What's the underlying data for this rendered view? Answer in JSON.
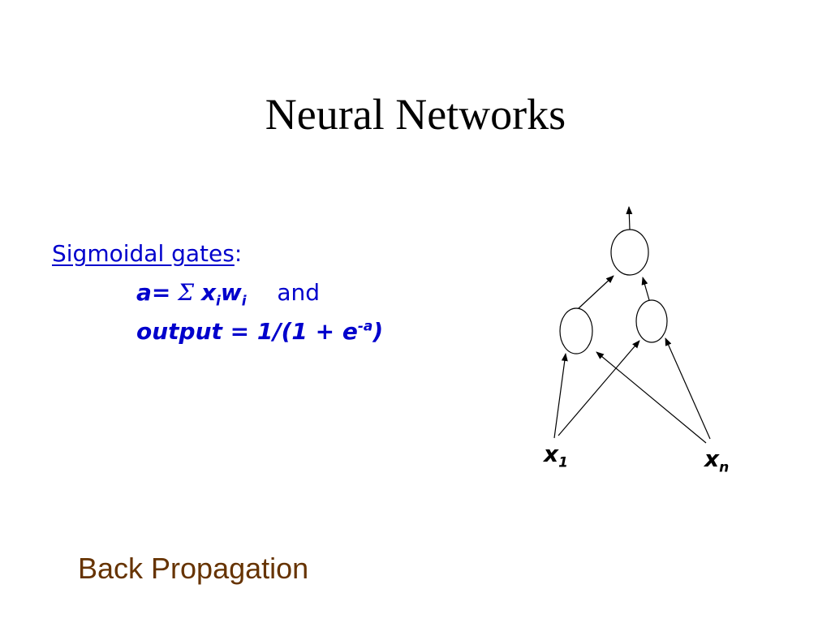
{
  "slide": {
    "title": "Neural Networks",
    "sigmoidal_label": "Sigmoidal gates",
    "colon": ":",
    "formula_a": {
      "lhs": "a=",
      "sigma": "Σ",
      "x": "x",
      "i1": "i",
      "w": "w",
      "i2": "i",
      "conj": "and"
    },
    "formula_output": {
      "text": "output = 1/(1 + e",
      "exp_sign": "-",
      "exp_var": "a",
      "close": ")"
    },
    "inputs": {
      "x1_base": "x",
      "x1_sub": "1",
      "xn_base": "x",
      "xn_sub": "n"
    },
    "footer": "Back Propagation"
  },
  "colors": {
    "title": "#000000",
    "formula": "#0000cc",
    "footer": "#663300",
    "diagram": "#000000"
  }
}
